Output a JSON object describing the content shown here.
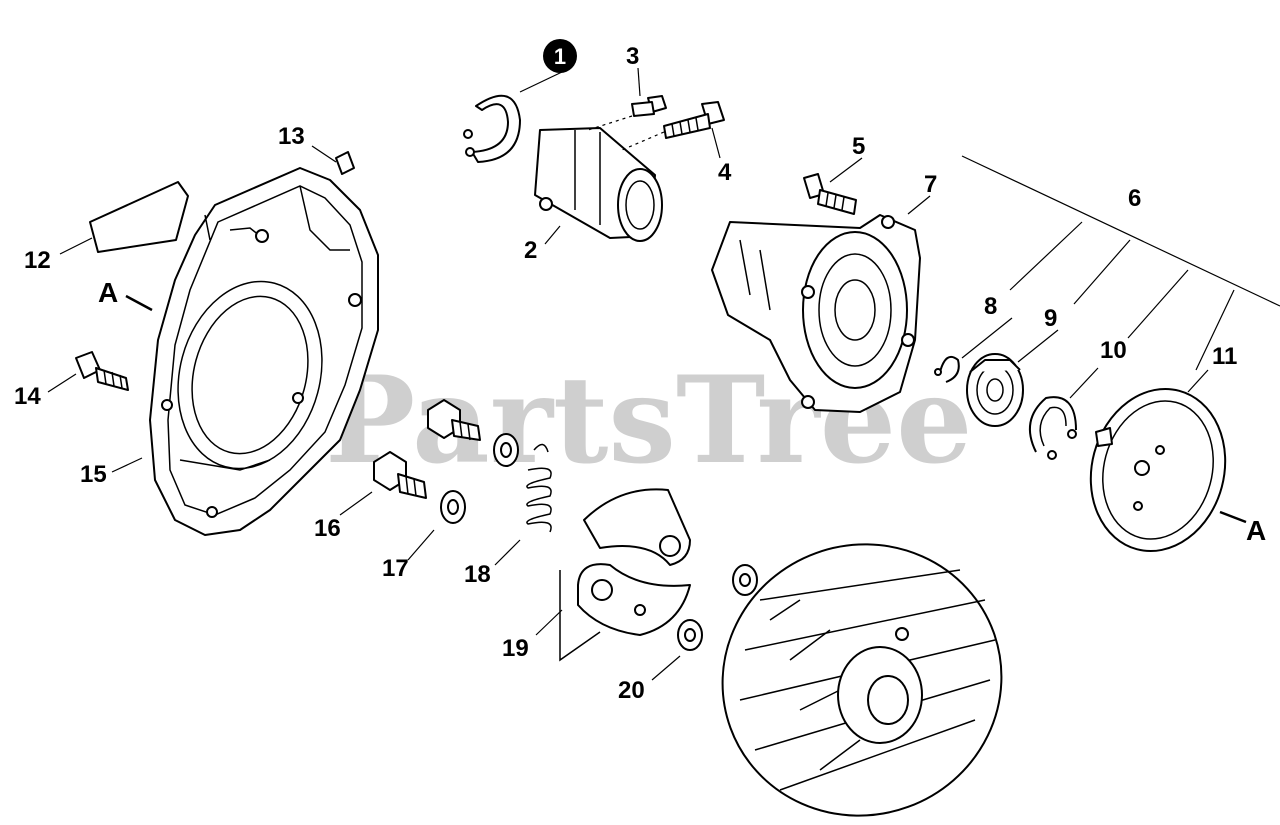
{
  "watermark": "PartsTree",
  "callouts": {
    "c1": "1",
    "c2": "2",
    "c3": "3",
    "c4": "4",
    "c5": "5",
    "c6": "6",
    "c7": "7",
    "c8": "8",
    "c9": "9",
    "c10": "10",
    "c11": "11",
    "c12": "12",
    "c13": "13",
    "c14": "14",
    "c15": "15",
    "c16": "16",
    "c17": "17",
    "c18": "18",
    "c19": "19",
    "c20": "20"
  },
  "references": {
    "left_a": "A",
    "right_a": "A"
  },
  "colors": {
    "ink": "#000000",
    "paper": "#ffffff",
    "watermark": "#cfcfcf"
  }
}
